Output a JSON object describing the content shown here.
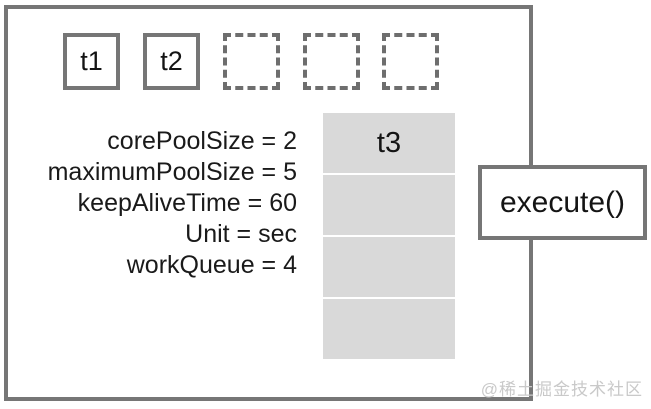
{
  "pool": {
    "threads": [
      {
        "label": "t1"
      },
      {
        "label": "t2"
      }
    ],
    "empty_slot_count": 3
  },
  "params": {
    "lines": [
      "corePoolSize = 2",
      "maximumPoolSize = 5",
      "keepAliveTime = 60",
      "Unit = sec",
      "workQueue = 4"
    ]
  },
  "queue": {
    "cells": [
      {
        "label": "t3"
      },
      {
        "label": ""
      },
      {
        "label": ""
      },
      {
        "label": ""
      }
    ]
  },
  "execute": {
    "label": "execute()"
  },
  "watermark": {
    "text": "@稀土掘金技术社区"
  },
  "colors": {
    "border_gray": "#767676",
    "dashed_gray": "#6e6e6e",
    "queue_fill": "#d9d9d9",
    "text_black": "#141414",
    "watermark_gray": "#c9c9c9"
  }
}
